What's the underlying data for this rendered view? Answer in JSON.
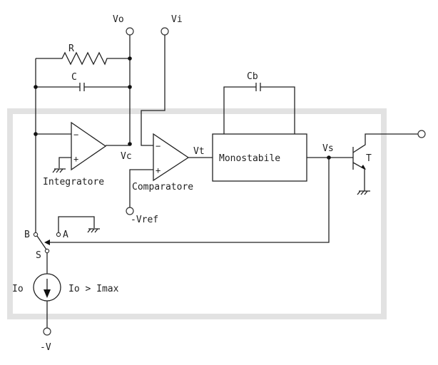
{
  "labels": {
    "vo": "Vo",
    "vi": "Vi",
    "r": "R",
    "c": "C",
    "cb": "Cb",
    "vc": "Vc",
    "vt": "Vt",
    "vs": "Vs",
    "t": "T",
    "integratore": "Integratore",
    "comparatore": "Comparatore",
    "monostabile": "Monostabile",
    "vref": "-Vref",
    "b": "B",
    "a": "A",
    "s": "S",
    "io": "Io",
    "io_cond": "Io > Imax",
    "neg_v": "-V",
    "minus": "−",
    "plus": "+"
  },
  "colors": {
    "wire": "#222222",
    "frame": "#e2e2e2",
    "background": "#ffffff"
  }
}
